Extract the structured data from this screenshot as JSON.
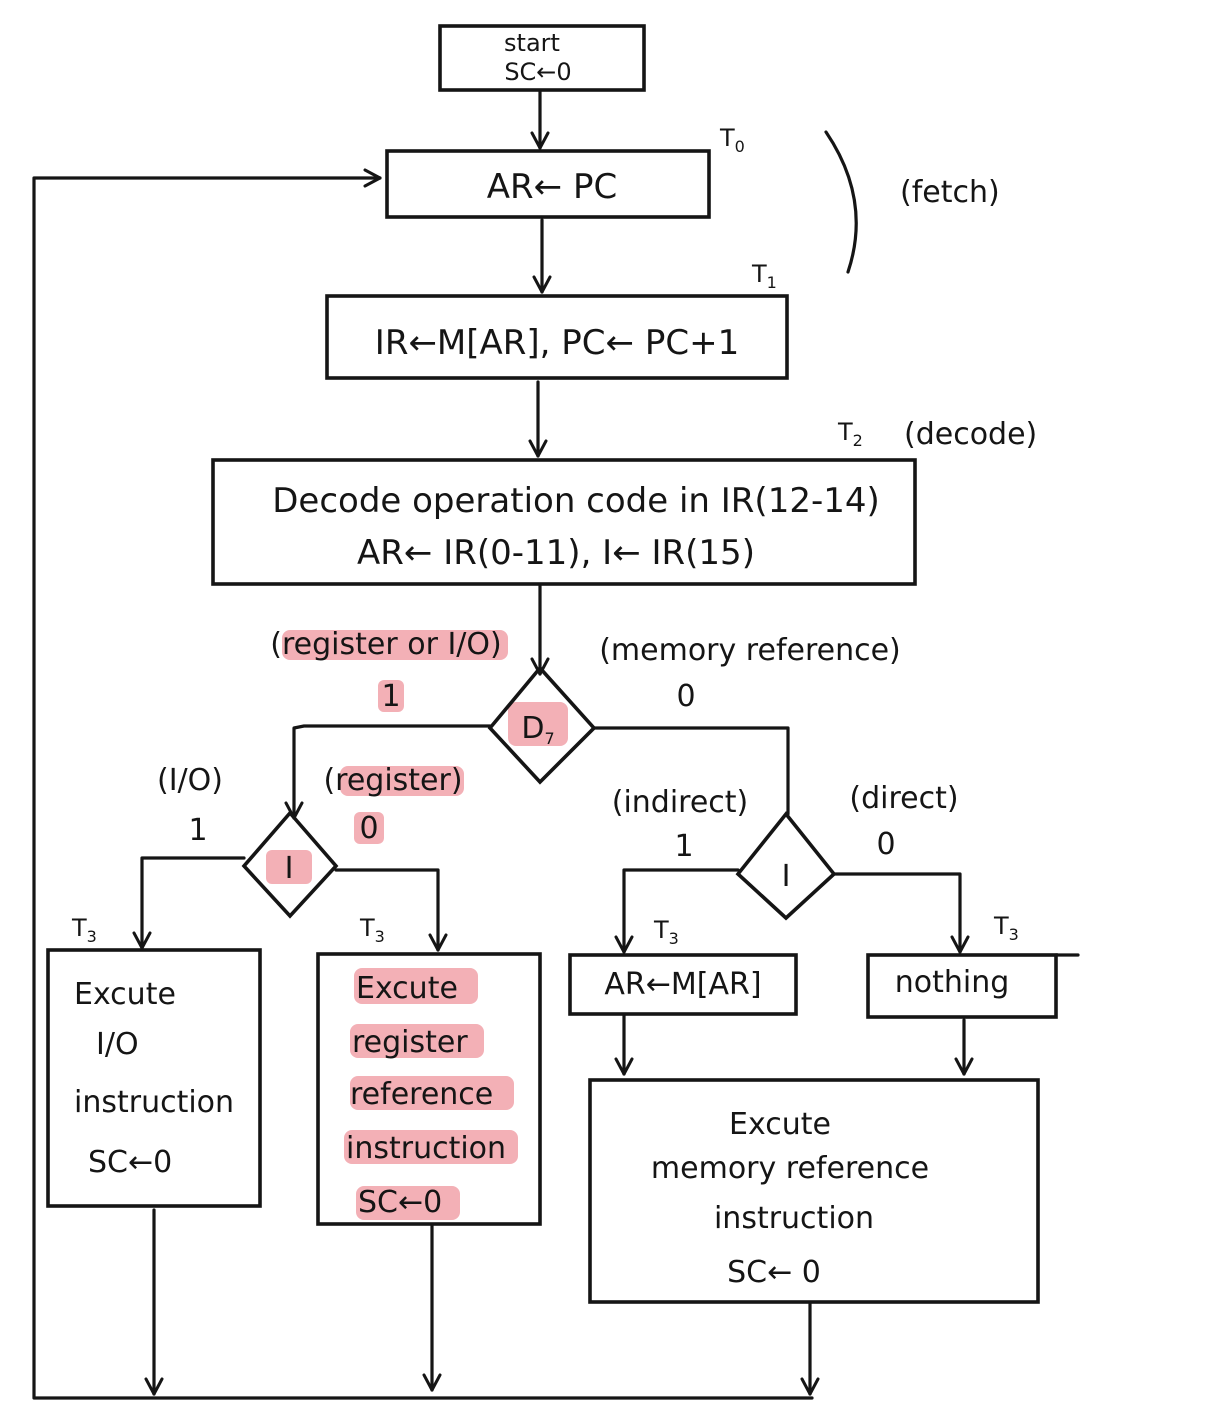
{
  "start": {
    "line1": "start",
    "line2": "SC←0"
  },
  "fetch_1": {
    "text": "AR← PC",
    "time": "T",
    "time_sub": "0"
  },
  "fetch_2": {
    "text": "IR←M[AR], PC← PC+1",
    "time": "T",
    "time_sub": "1"
  },
  "fetch_label": "(fetch)",
  "decode": {
    "line1": "Decode operation code in IR(12-14)",
    "line2": "AR← IR(0-11), I← IR(15)",
    "time": "T",
    "time_sub": "2",
    "label": "(decode)"
  },
  "d7": {
    "symbol": "D",
    "symbol_sub": "7",
    "left_label": "(register or I/O)",
    "left_value": "1",
    "right_label": "(memory reference)",
    "right_value": "0"
  },
  "i_left": {
    "symbol": "I",
    "left_label": "(I/O)",
    "left_value": "1",
    "right_label": "(register)",
    "right_value": "0"
  },
  "i_right": {
    "symbol": "I",
    "left_label": "(indirect)",
    "left_value": "1",
    "right_label": "(direct)",
    "right_value": "0"
  },
  "t3": {
    "time": "T",
    "time_sub": "3"
  },
  "io_box": {
    "line1": "Excute",
    "line2": "I/O",
    "line3": "instruction",
    "line4": "SC←0"
  },
  "reg_box": {
    "line1": "Excute",
    "line2": "register",
    "line3": "reference",
    "line4": "instruction",
    "line5": "SC←0"
  },
  "indirect_box": {
    "text": "AR←M[AR]"
  },
  "direct_box": {
    "text": "nothing"
  },
  "mem_box": {
    "line1": "Excute",
    "line2": "memory reference",
    "line3": "instruction",
    "line4": "SC← 0"
  },
  "colors": {
    "ink": "#151515",
    "highlight": "#ee8f97"
  }
}
